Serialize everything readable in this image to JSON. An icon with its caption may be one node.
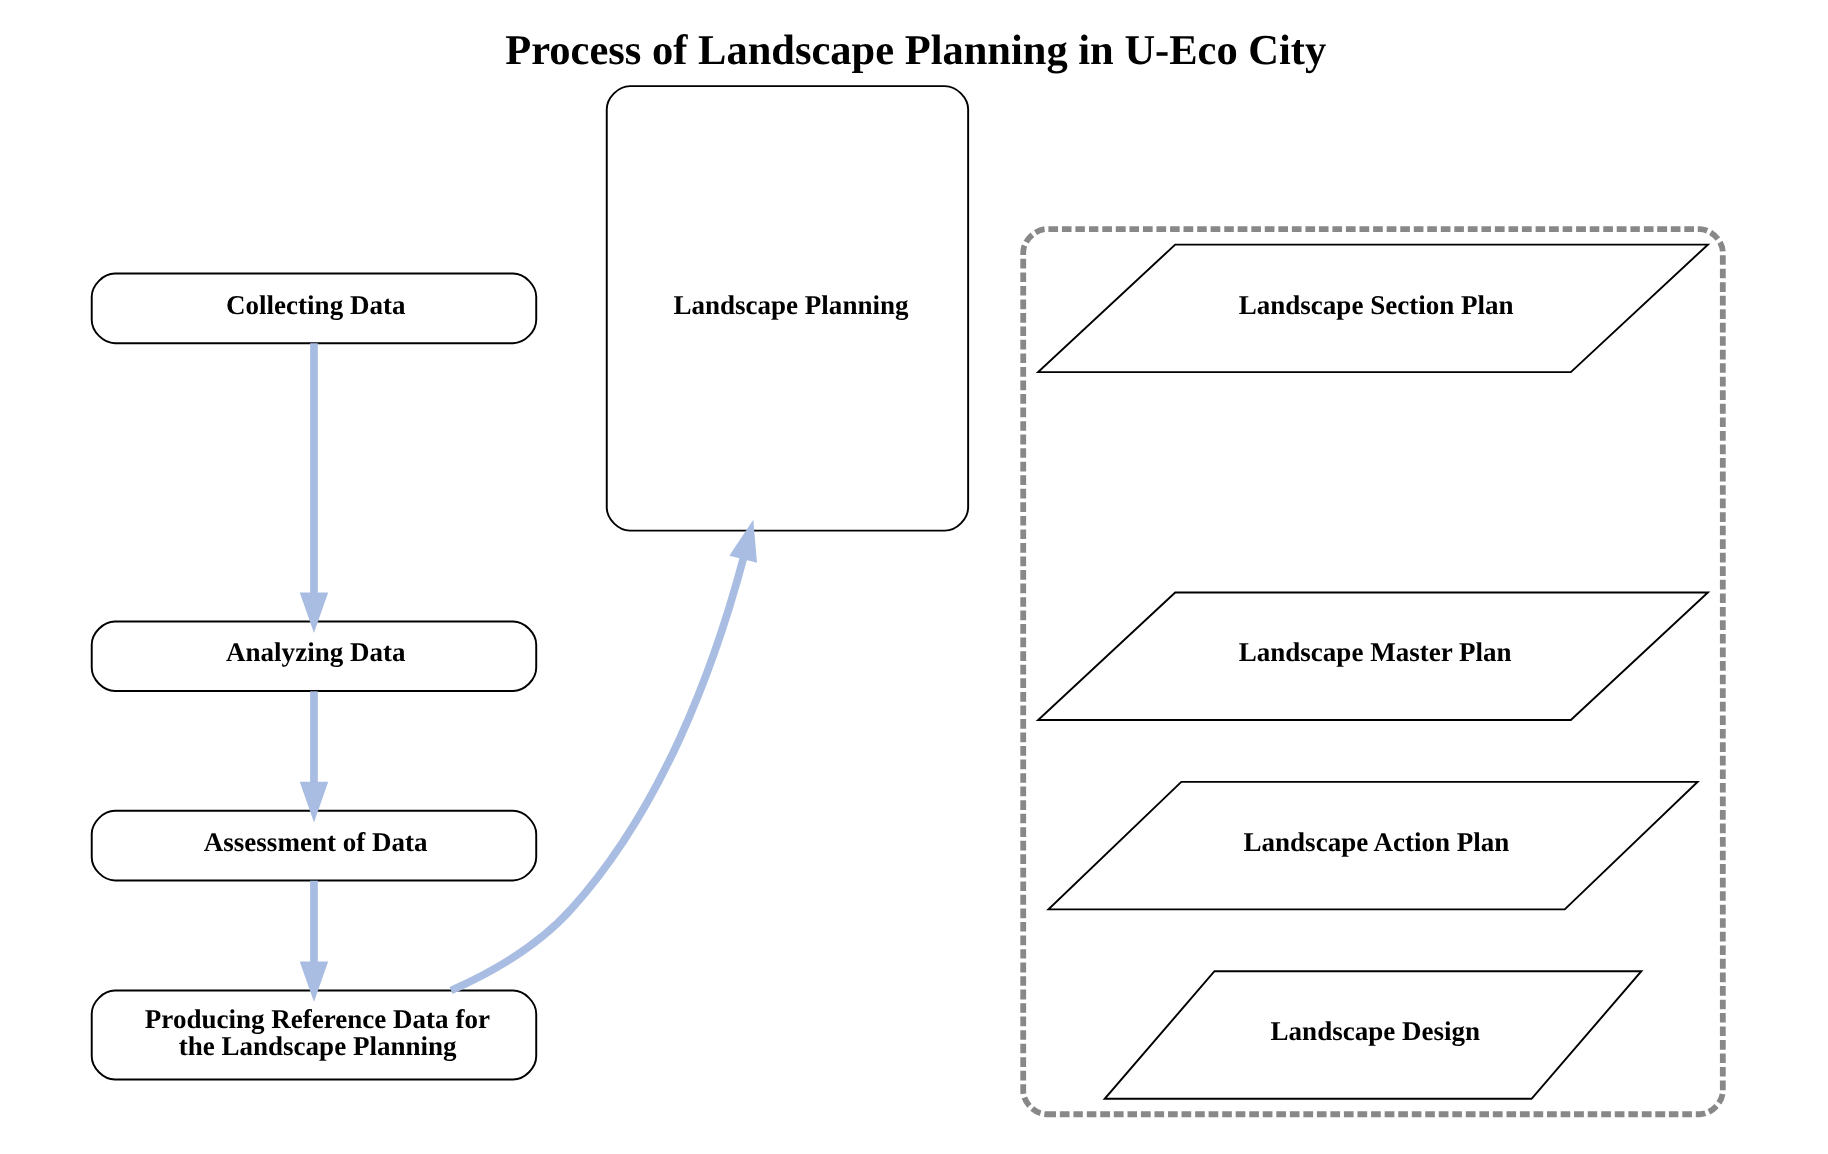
{
  "diagram": {
    "title": "Process of Landscape Planning in U-Eco City",
    "nodes": [
      {
        "text": [
          "Collecting Data"
        ]
      },
      {
        "text": [
          "Analyzing Data"
        ]
      },
      {
        "text": [
          "Assessment of Data"
        ]
      },
      {
        "text": [
          "Producing Reference Data for the Landscape Planning"
        ]
      },
      {
        "text": [
          "Landscape Planning"
        ]
      },
      {
        "text": [],
        "shape": "box"
      },
      {
        "text": [
          "Landscape Section Plan"
        ],
        "in": 5
      },
      {
        "text": [
          "Landscape Master Plan"
        ],
        "in": 5
      },
      {
        "text": [
          "Landscape Action Plan"
        ],
        "in": 5
      },
      {
        "text": [
          "Landscape Design"
        ],
        "in": 5
      }
    ],
    "edges": [
      {
        "from": 0,
        "to": 1,
        "arrow": "to"
      },
      {
        "from": 1,
        "to": 2,
        "arrow": "to"
      },
      {
        "from": 2,
        "to": 3,
        "arrow": "to"
      },
      {
        "from": 3,
        "to": 4,
        "arrow": "to"
      }
    ]
  }
}
